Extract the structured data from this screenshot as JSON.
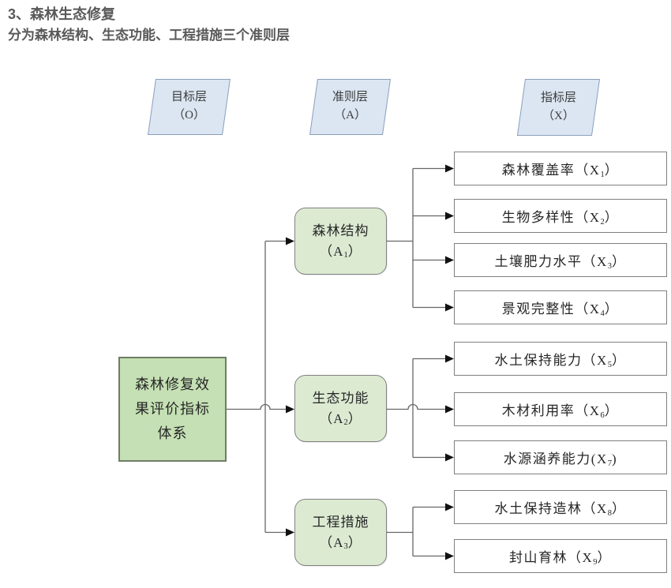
{
  "title": {
    "line1": "3、森林生态修复",
    "line2": "分为森林结构、生态功能、工程措施三个准则层"
  },
  "layers": [
    {
      "label": "目标层",
      "code": "（O）"
    },
    {
      "label": "准则层",
      "code": "（A）"
    },
    {
      "label": "指标层",
      "code": "（X）"
    }
  ],
  "goal": {
    "label": "森林修复效果评价指标体系"
  },
  "criteria": [
    {
      "label": "森林结构",
      "open": "（A",
      "sub": "1",
      "close": "）"
    },
    {
      "label": "生态功能",
      "open": "（A",
      "sub": "2",
      "close": "）"
    },
    {
      "label": "工程措施",
      "open": "（A",
      "sub": "3",
      "close": "）"
    }
  ],
  "indicators": [
    {
      "open": "森林覆盖率（X",
      "sub": "1",
      "close": "）"
    },
    {
      "open": "生物多样性（X",
      "sub": "2",
      "close": "）"
    },
    {
      "open": "土壤肥力水平（X",
      "sub": "3",
      "close": "）"
    },
    {
      "open": "景观完整性（X",
      "sub": "4",
      "close": "）"
    },
    {
      "open": "水土保持能力（X",
      "sub": "5",
      "close": "）"
    },
    {
      "open": "木材利用率（X",
      "sub": "6",
      "close": "）"
    },
    {
      "open": "水源涵养能力(X",
      "sub": "7",
      "close": ")"
    },
    {
      "open": "水土保持造林（X",
      "sub": "8",
      "close": "）"
    },
    {
      "open": "封山育林（X",
      "sub": "9",
      "close": "）"
    }
  ],
  "colors": {
    "title_text": "#595959",
    "layer_fill": "#dbe6f2",
    "layer_border": "#8ba0bd",
    "goal_fill": "#c5e0b4",
    "criterion_fill": "#dcead2",
    "indicator_fill": "#ffffff",
    "box_border_gray": "#7f7f7f",
    "connector_line": "#666666",
    "arrowhead": "#111111",
    "node_text": "#262626"
  }
}
